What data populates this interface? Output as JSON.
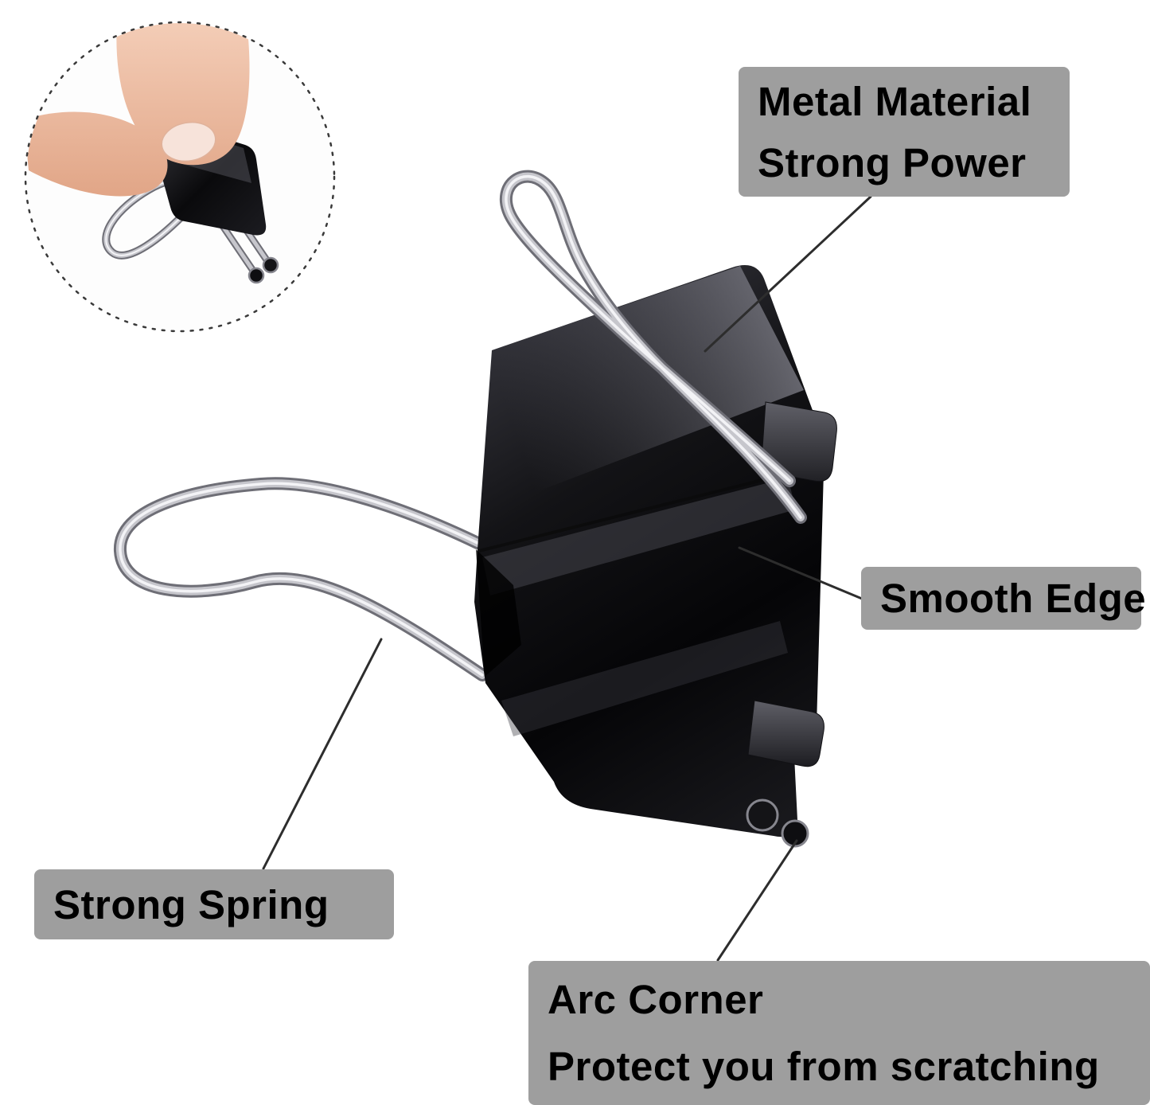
{
  "page": {
    "type": "annotated-product-image",
    "background": "#ffffff"
  },
  "callouts": {
    "metal_material": {
      "line1": "Metal Material",
      "line2": "Strong Power"
    },
    "smooth_edge": {
      "text": "Smooth Edge"
    },
    "strong_spring": {
      "text": "Strong Spring"
    },
    "arc_corner": {
      "line1": "Arc Corner",
      "line2": "Protect you from scratching"
    }
  },
  "colors": {
    "label_background": "#9e9e9e",
    "label_text": "#000000",
    "leader_line": "#2d2d2d",
    "clip_body": "#0d0d10",
    "clip_highlight": "#8a8a94",
    "wire_silver": "#c6c6cc",
    "skin_tone": "#efc3aa",
    "inset_ring": "#3a3a3a"
  }
}
